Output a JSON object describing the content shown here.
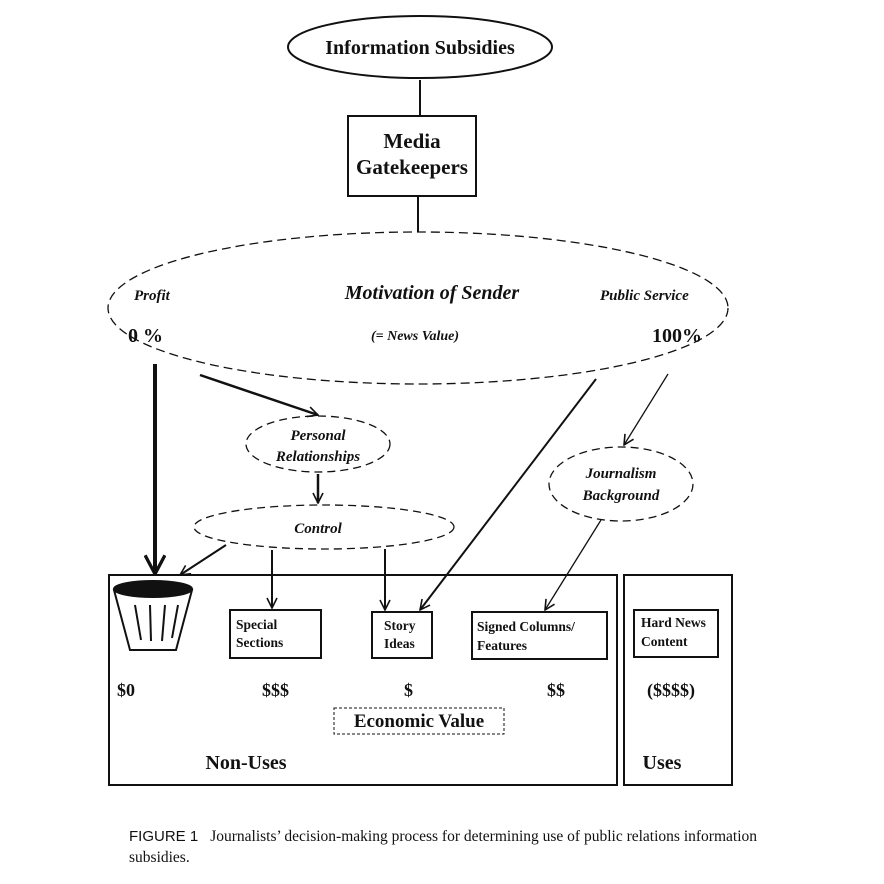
{
  "diagram": {
    "top_node": "Information Subsidies",
    "gatekeepers": [
      "Media",
      "Gatekeepers"
    ],
    "motivation": {
      "title": "Motivation of Sender",
      "subtitle": "(= News Value)",
      "left_label": "Profit",
      "left_percent": "0 %",
      "right_label": "Public Service",
      "right_percent": "100%"
    },
    "personal_relationships": [
      "Personal",
      "Relationships"
    ],
    "control": "Control",
    "journalism_background": [
      "Journalism",
      "Background"
    ],
    "non_uses": {
      "label": "Non-Uses",
      "economic_value": "Economic Value",
      "special_sections": [
        "Special",
        "Sections"
      ],
      "story_ideas": [
        "Story",
        "Ideas"
      ],
      "signed_columns": [
        "Signed Columns/",
        "Features"
      ],
      "value_trash": "$0",
      "value_special": "$$$",
      "value_story": "$",
      "value_signed": "$$"
    },
    "uses": {
      "label": "Uses",
      "hard_news": [
        "Hard News",
        "Content"
      ],
      "value": "($$$$)"
    }
  },
  "caption": {
    "figure_label": "FIGURE 1",
    "text": "Journalists’ decision-making process for determining use of public relations information subsidies."
  }
}
